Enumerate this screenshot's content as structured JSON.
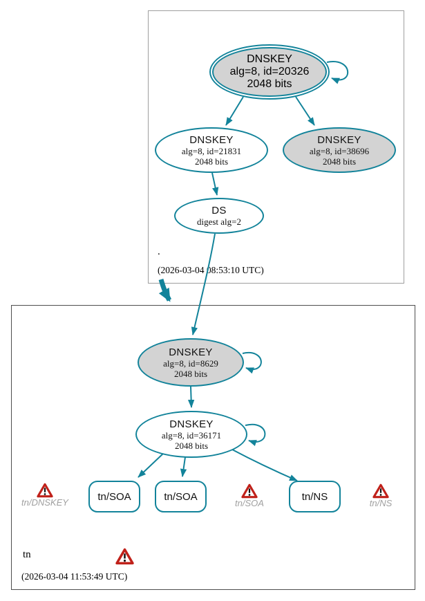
{
  "colors": {
    "edge_teal": "#12839a",
    "node_fill_gray": "#d3d3d3",
    "warning_red": "#c0211a",
    "inactive_label_gray": "#a0a0a0",
    "zone1_border": "#9e9e9e",
    "zone2_border": "#4d4d4d"
  },
  "zones": [
    {
      "name": ".",
      "timestamp": "(2026-03-04 08:53:10 UTC)",
      "ksk": {
        "title": "DNSKEY",
        "detail": "alg=8, id=20326",
        "bits": "2048 bits"
      },
      "zsk": {
        "title": "DNSKEY",
        "detail": "alg=8, id=21831",
        "bits": "2048 bits"
      },
      "key3": {
        "title": "DNSKEY",
        "detail": "alg=8, id=38696",
        "bits": "2048 bits"
      },
      "ds": {
        "title": "DS",
        "detail": "digest alg=2"
      }
    },
    {
      "name": "tn",
      "timestamp": "(2026-03-04 11:53:49 UTC)",
      "ksk": {
        "title": "DNSKEY",
        "detail": "alg=8, id=8629",
        "bits": "2048 bits"
      },
      "zsk": {
        "title": "DNSKEY",
        "detail": "alg=8, id=36171",
        "bits": "2048 bits"
      },
      "rrsets": [
        {
          "label": "tn/SOA"
        },
        {
          "label": "tn/SOA"
        },
        {
          "label": "tn/NS"
        }
      ],
      "warnings": [
        {
          "label": "tn/DNSKEY"
        },
        {
          "label": "tn/SOA"
        },
        {
          "label": "tn/NS"
        }
      ]
    }
  ]
}
